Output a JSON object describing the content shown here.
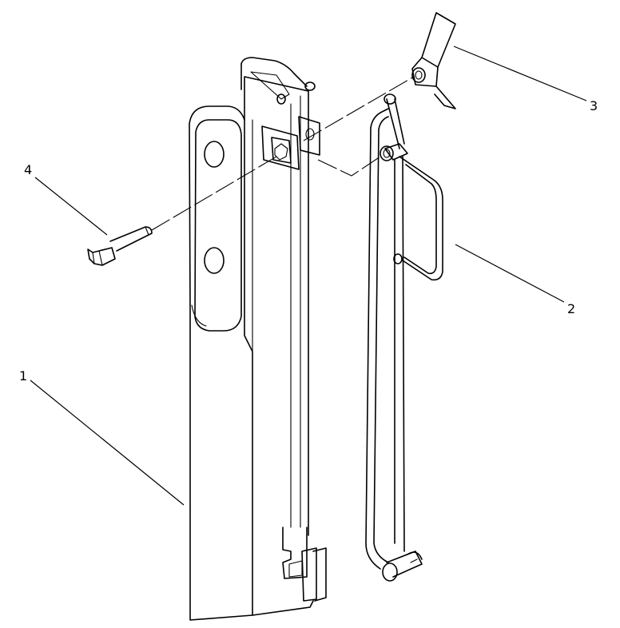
{
  "callouts": {
    "item_1": "1",
    "item_2": "2",
    "item_3": "3",
    "item_4": "4"
  },
  "colors": {
    "background": "#ffffff",
    "line": "#000000"
  }
}
